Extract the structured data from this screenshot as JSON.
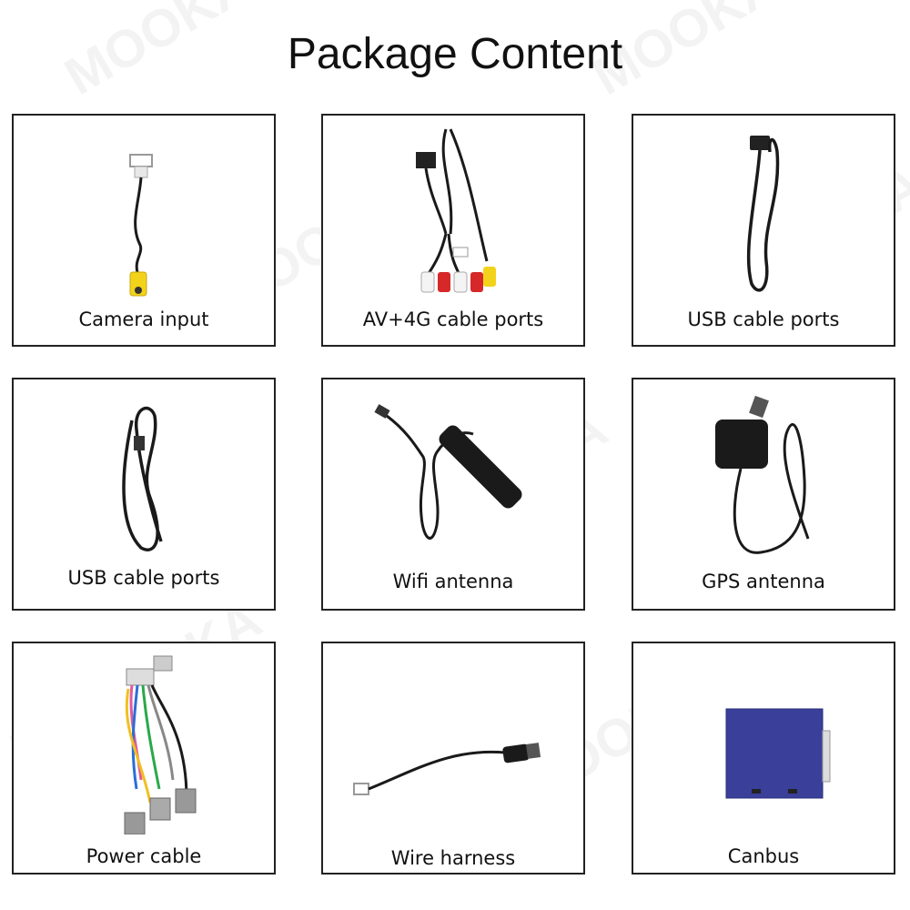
{
  "page_title": "Package Content",
  "watermark": "MOOKAKA",
  "items": [
    {
      "label": "Camera input"
    },
    {
      "label": "AV+4G cable ports"
    },
    {
      "label": "USB cable ports"
    },
    {
      "label": "USB cable ports"
    },
    {
      "label": "Wifi antenna"
    },
    {
      "label": "GPS antenna"
    },
    {
      "label": "Power cable"
    },
    {
      "label": "Wire harness"
    },
    {
      "label": "Canbus"
    }
  ],
  "colors": {
    "text": "#111111",
    "border": "#222222",
    "cable": "#1a1a1a",
    "rca_yellow": "#f2d21b",
    "rca_red": "#d62828",
    "rca_white": "#f4f4f4",
    "canbus_blue": "#3a3f9a"
  }
}
